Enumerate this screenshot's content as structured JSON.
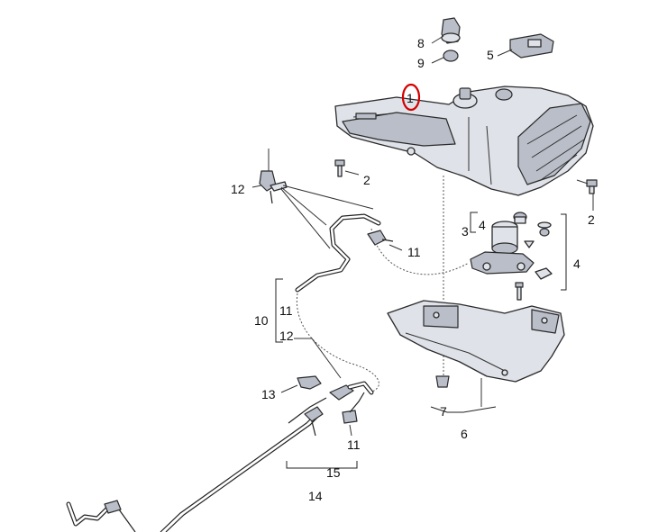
{
  "diagram": {
    "highlight_color": "#d40000",
    "callouts": {
      "c1": "1",
      "c2a": "2",
      "c2b": "2",
      "c3": "3",
      "c4a": "4",
      "c4b": "4",
      "c5": "5",
      "c6": "6",
      "c7": "7",
      "c8": "8",
      "c9": "9",
      "c10": "10",
      "c11a": "11",
      "c11b": "11",
      "c11c": "11",
      "c12a": "12",
      "c12b": "12",
      "c13": "13",
      "c14": "14",
      "c15": "15"
    }
  }
}
